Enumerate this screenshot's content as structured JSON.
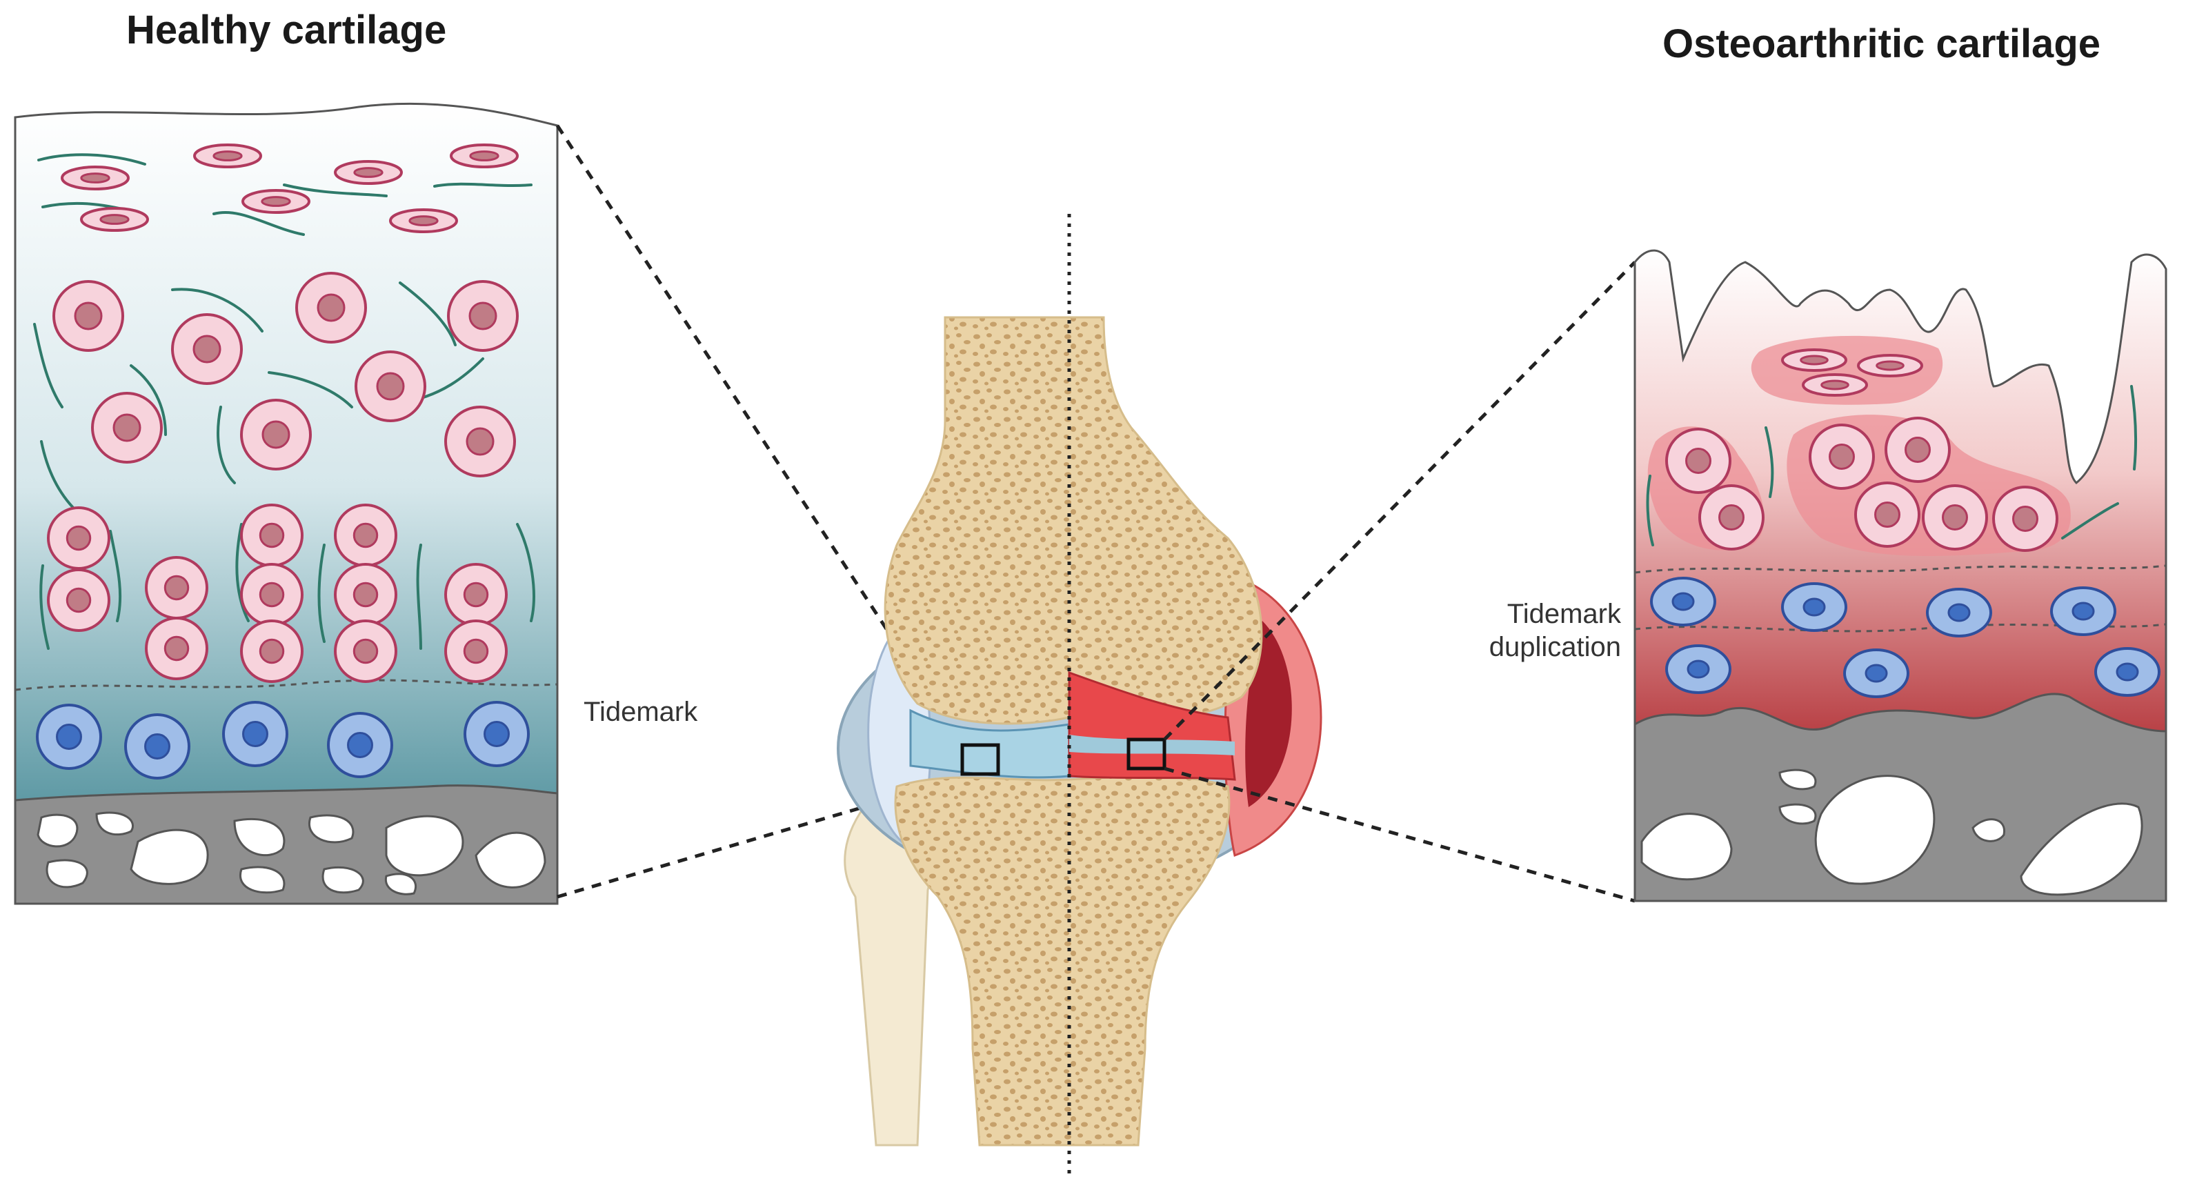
{
  "panels": {
    "healthy": {
      "title": "Healthy cartilage",
      "tidemark_label": "Tidemark"
    },
    "osteoarthritic": {
      "title": "Osteoarthritic cartilage",
      "tidemark_label": "Tidemark duplication"
    }
  },
  "colors": {
    "cell_pink_fill": "#f7d3dc",
    "cell_pink_stroke": "#b03a5e",
    "nucleus": "#c07c86",
    "cell_blue_fill": "#9fbde8",
    "cell_blue_stroke": "#2f4f9c",
    "nucleus_blue": "#3f6fc2",
    "fiber": "#2f7a6a",
    "bone_gray": "#8c8c8c",
    "healthy_gradient_top": "#ffffff",
    "healthy_gradient_bottom": "#6ea3ad",
    "oa_gradient_top": "#ffffff",
    "oa_gradient_bottom": "#c24a4e",
    "bone_tan": "#e8cfa0",
    "bone_spots": "#c9a36a",
    "inflamed_red": "#e63a3a",
    "joint_blue": "#b9d6ea"
  }
}
